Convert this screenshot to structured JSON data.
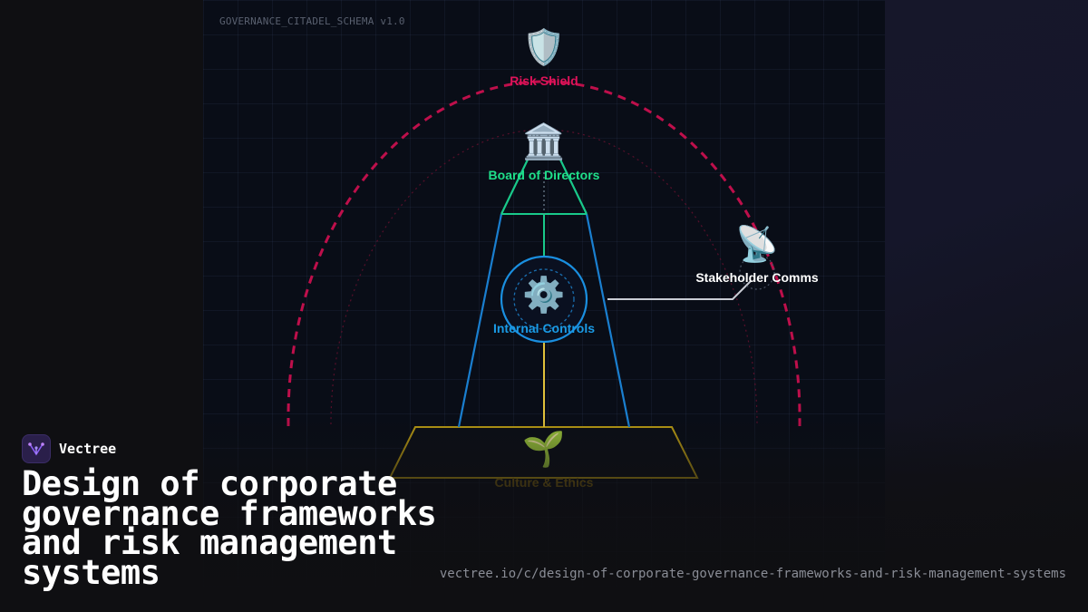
{
  "diagram": {
    "schema_label": "GOVERNANCE_CITADEL_SCHEMA v1.0",
    "nodes": {
      "risk_shield": {
        "icon": "🛡️",
        "icon_name": "shield-icon",
        "label": "Risk Shield",
        "color": "#e0135a"
      },
      "board": {
        "icon": "🏛️",
        "icon_name": "classical-building-icon",
        "label": "Board of Directors",
        "color": "#1fe08a"
      },
      "stakeholder": {
        "icon": "📡",
        "icon_name": "satellite-antenna-icon",
        "label": "Stakeholder Comms",
        "color": "#ffffff"
      },
      "controls": {
        "icon": "⚙️",
        "icon_name": "gear-icon",
        "label": "Internal Controls",
        "color": "#1a9be6"
      },
      "culture": {
        "icon": "🌱",
        "icon_name": "seedling-icon",
        "label": "Culture & Ethics",
        "color": "#8a6d12"
      }
    },
    "colors": {
      "arc": "#c8104e",
      "tower_edges": "#1a7fd0",
      "board_link": "#19c98a",
      "base": "#b89a14",
      "stakeholder_link": "#c9ccd4",
      "controls_ring": "#1a8fe0"
    }
  },
  "branding": {
    "name": "Vectree",
    "logo_icon": "vectree-logo-icon",
    "accent": "#8b5cf6"
  },
  "headline": "Design of corporate governance frameworks and risk management systems",
  "url": "vectree.io/c/design-of-corporate-governance-frameworks-and-risk-management-systems"
}
